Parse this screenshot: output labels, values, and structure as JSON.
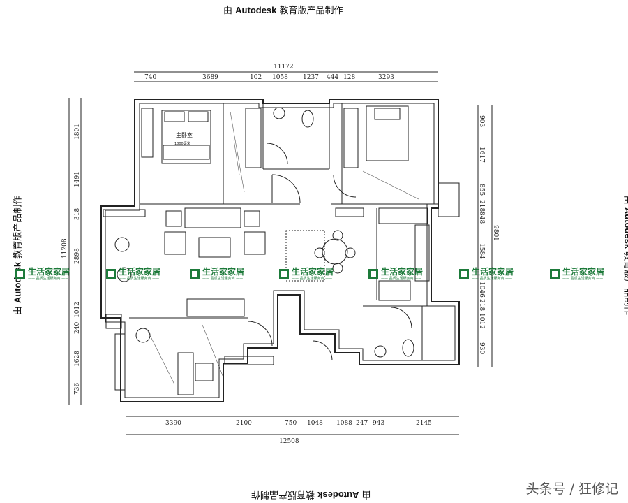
{
  "stamps": {
    "prefix": "由",
    "brand": "Autodesk",
    "suffix": "教育版产品制作"
  },
  "top_dims": {
    "overall": "11172",
    "segments": [
      "740",
      "3689",
      "102",
      "1058",
      "1237",
      "444",
      "128",
      "3293"
    ]
  },
  "bottom_dims": {
    "overall": "12508",
    "segments": [
      "3390",
      "2100",
      "750",
      "1048",
      "1088",
      "247",
      "943",
      "2145"
    ]
  },
  "left_dims": {
    "overall": "11208",
    "segments": [
      "1801",
      "1491",
      "318",
      "2898",
      "1012",
      "240",
      "1628",
      "736"
    ]
  },
  "right_dims": {
    "overall": "9801",
    "segments": [
      "903",
      "1617",
      "855",
      "218",
      "848",
      "1584",
      "1046",
      "218",
      "1012",
      "930"
    ]
  },
  "rooms": {
    "master_bedroom": "主卧室",
    "bed_size": "1800毫米"
  },
  "watermark": {
    "name": "生活家家居",
    "tagline": "—— 品质生活服务商 ——",
    "brand_color": "#1d7a3a"
  },
  "credit": "头条号 / 狂修记"
}
